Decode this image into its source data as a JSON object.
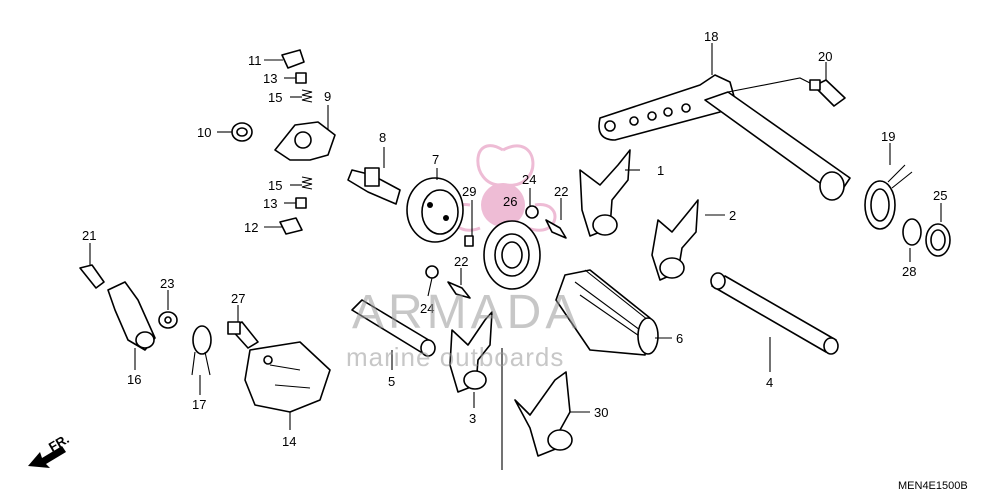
{
  "diagram": {
    "code": "MEN4E1500B",
    "direction_label": "FR.",
    "callouts": {
      "c1": "1",
      "c2": "2",
      "c3": "3",
      "c4": "4",
      "c5": "5",
      "c6": "6",
      "c7": "7",
      "c8": "8",
      "c9": "9",
      "c10": "10",
      "c11": "11",
      "c12": "12",
      "c13a": "13",
      "c13b": "13",
      "c14": "14",
      "c15a": "15",
      "c15b": "15",
      "c16": "16",
      "c17": "17",
      "c18": "18",
      "c19": "19",
      "c20": "20",
      "c21": "21",
      "c22a": "22",
      "c22b": "22",
      "c23": "23",
      "c24a": "24",
      "c24b": "24",
      "c25": "25",
      "c26": "26",
      "c27": "27",
      "c28": "28",
      "c29": "29",
      "c30": "30"
    }
  },
  "watermark": {
    "brand": "ARMADA",
    "tagline": "marine outboards",
    "colors": {
      "logo_pink": "#e9a6c8",
      "text_gray": "#9a9a9a"
    }
  }
}
